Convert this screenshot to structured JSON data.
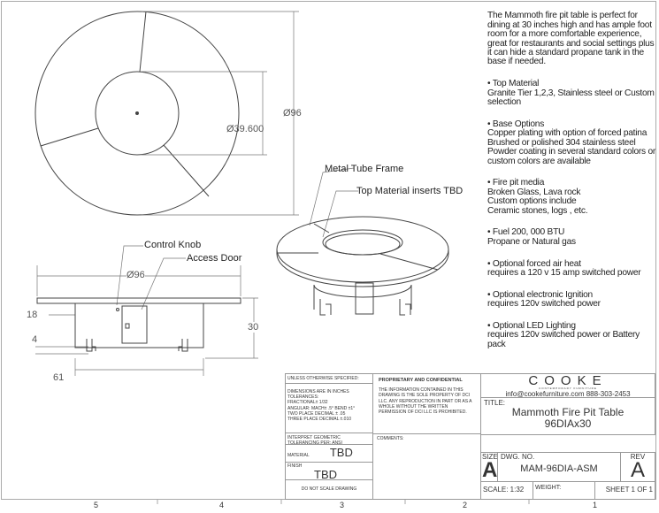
{
  "notes": {
    "intro": "The Mammoth fire pit table is perfect for dining at 30 inches high and has ample foot room for a more comfortable experience,  great for restaurants and social settings plus it can hide a standard propane tank in the base if needed.",
    "sections": [
      {
        "title": "• Top Material",
        "body": "Granite Tier 1,2,3, Stainless steel or Custom selection"
      },
      {
        "title": "• Base Options",
        "body": "Copper plating with option of forced patina\nBrushed or polished  304 stainless steel\nPowder coating in several standard colors or custom colors are available"
      },
      {
        "title": "• Fire pit media",
        "body": "Broken Glass, Lava rock\nCustom options include\nCeramic stones, logs , etc."
      },
      {
        "title": "• Fuel  200, 000 BTU",
        "body": "Propane or Natural gas"
      },
      {
        "title": "• Optional forced air heat",
        "body": "requires a 120 v 15 amp switched power"
      },
      {
        "title": "• Optional electronic Ignition",
        "body": "requires 120v switched power"
      },
      {
        "title": "• Optional LED Lighting",
        "body": "requires 120v switched power or Battery pack"
      }
    ]
  },
  "callouts": {
    "metal_tube": "Metal Tube Frame",
    "top_inserts": "Top Material inserts TBD",
    "control_knob": "Control Knob",
    "access_door": "Access Door"
  },
  "dims": {
    "top_outer": "Ø96",
    "top_inner": "Ø39.600",
    "side_dia": "Ø96",
    "overhang": "18",
    "height": "30",
    "leg": "4",
    "base_width": "61"
  },
  "title_block": {
    "unless": "UNLESS OTHERWISE SPECIFIED:",
    "tolerances": "DIMENSIONS ARE IN INCHES\nTOLERANCES:\nFRACTIONAL± 1/32\nANGULAR: MACH± .5° BEND ±1°\nTWO PLACE DECIMAL   ± .05\nTHREE PLACE DECIMAL  ±.010",
    "interpret": "INTERPRET GEOMETRIC\nTOLERANCING PER: ANSI",
    "material_label": "MATERIAL",
    "material": "TBD",
    "finish_label": "FINISH",
    "finish": "TBD",
    "no_scale": "DO NOT SCALE DRAWING",
    "proprietary": "PROPRIETARY AND CONFIDENTIAL",
    "proprietary_text": "THE INFORMATION CONTAINED IN THIS DRAWING IS THE SOLE PROPERTY OF DCI LLC.  ANY REPRODUCTION IN PART OR AS A WHOLE WITHOUT THE WRITTEN PERMISSION OF DCI LLC IS PROHIBITED.",
    "comments": "COMMENTS:",
    "brand": "COOKE",
    "brand_sub": "CONTEMPORARY FURNITURE",
    "contact": "info@cookefurniture.com 888-303-2453",
    "title_label": "TITLE:",
    "title": "Mammoth Fire Pit Table",
    "subtitle": "96DIAx30",
    "size_label": "SIZE",
    "size": "A",
    "dwg_label": "DWG.  NO.",
    "dwg": "MAM-96DIA-ASM",
    "rev_label": "REV",
    "rev": "A",
    "scale": "SCALE: 1:32",
    "weight": "WEIGHT:",
    "sheet": "SHEET 1 OF 1"
  },
  "zones": [
    "5",
    "4",
    "3",
    "2",
    "1"
  ]
}
